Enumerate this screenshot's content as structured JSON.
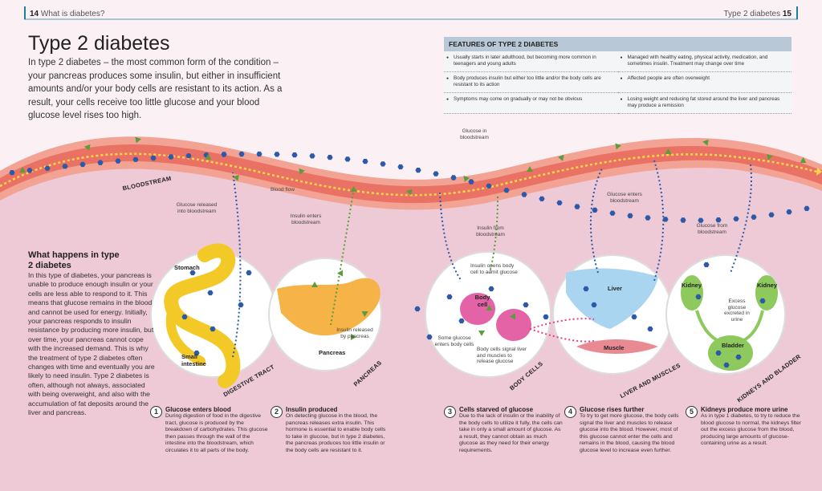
{
  "header": {
    "left_page": "14",
    "left_title": "What is diabetes?",
    "right_title": "Type 2 diabetes",
    "right_page": "15"
  },
  "title": "Type 2 diabetes",
  "intro": "In type 2 diabetes – the most common form of the condition – your pancreas produces some insulin, but either in insufficient amounts and/or your body cells are resistant to its action. As a result, your cells receive too little glucose and your blood glucose level rises too high.",
  "features": {
    "heading": "FEATURES OF TYPE 2 DIABETES",
    "items": [
      "Usually starts in later adulthood, but becoming more common in teenagers and young adults",
      "Managed with healthy eating, physical activity, medication, and sometimes insulin. Treatment may change over time",
      "Body produces insulin but either too little and/or the body cells are resistant to its action",
      "Affected people are often overweight",
      "Symptoms may come on gradually or may not be obvious",
      "Losing weight and reducing fat stored around the liver and pancreas may produce a remission"
    ]
  },
  "sidebar": {
    "heading": "What happens in type 2 diabetes",
    "text": "In this type of diabetes, your pancreas is unable to produce enough insulin or your cells are less able to respond to it. This means that glucose remains in the blood and cannot be used for energy. Initially, your pancreas responds to insulin resistance by producing more insulin, but over time, your pancreas cannot cope with the increased demand. This is why the treatment of type 2 diabetes often changes with time and eventually you are likely to need insulin. Type 2 diabetes is often, although not always, associated with being overweight, and also with the accumulation of fat deposits around the liver and pancreas."
  },
  "labels": {
    "bloodstream": "BLOODSTREAM",
    "blood_flow": "Blood flow",
    "glucose_released": "Glucose released into bloodstream",
    "insulin_enters": "Insulin enters bloodstream",
    "glucose_in_bloodstream": "Glucose in bloodstream",
    "insulin_from": "Insulin from bloodstream",
    "glucose_enters": "Glucose enters bloodstream",
    "glucose_from": "Glucose from bloodstream",
    "stomach": "Stomach",
    "small_intestine": "Small intestine",
    "pancreas": "Pancreas",
    "insulin_released": "Insulin released by pancreas",
    "insulin_opens": "Insulin opens body cell to admit glucose",
    "body_cell": "Body cell",
    "some_glucose": "Some glucose enters body cells",
    "cells_signal": "Body cells signal liver and muscles to release glucose",
    "liver": "Liver",
    "muscle": "Muscle",
    "kidney": "Kidney",
    "excess_glucose": "Excess glucose excreted in urine",
    "bladder": "Bladder",
    "region_digestive": "DIGESTIVE TRACT",
    "region_pancreas": "PANCREAS",
    "region_body_cells": "BODY CELLS",
    "region_liver": "LIVER AND MUSCLES",
    "region_kidneys": "KIDNEYS AND BLADDER"
  },
  "steps": [
    {
      "num": "1",
      "title": "Glucose enters blood",
      "text": "During digestion of food in the digestive tract, glucose is produced by the breakdown of carbohydrates. This glucose then passes through the wall of the intestine into the bloodstream, which circulates it to all parts of the body."
    },
    {
      "num": "2",
      "title": "Insulin produced",
      "text": "On detecting glucose in the blood, the pancreas releases extra insulin. This hormone is essential to enable body cells to take in glucose, but in type 2 diabetes, the pancreas produces too little insulin or the body cells are resistant to it."
    },
    {
      "num": "3",
      "title": "Cells starved of glucose",
      "text": "Due to the lack of insulin or the inability of the body cells to utilize it fully, the cells can take in only a small amount of glucose. As a result, they cannot obtain as much glucose as they need for their energy requirements."
    },
    {
      "num": "4",
      "title": "Glucose rises further",
      "text": "To try to get more glucose, the body cells signal the liver and muscles to release glucose into the blood. However, most of this glucose cannot enter the cells and remains in the blood, causing the blood glucose level to increase even further."
    },
    {
      "num": "5",
      "title": "Kidneys produce more urine",
      "text": "As in type 1 diabetes, to try to reduce the blood glucose to normal, the kidneys filter out the excess glucose from the blood, producing large amounts of glucose-containing urine as a result."
    }
  ],
  "colors": {
    "background": "#fbf1f4",
    "lower_pink": "#eec9d6",
    "blood_outer": "#f2a394",
    "blood_inner": "#ea7264",
    "glucose": "#2c5aa8",
    "insulin": "#5a9e3c",
    "accent_teal": "#1b7fa0",
    "table_head": "#b9c8d6"
  }
}
